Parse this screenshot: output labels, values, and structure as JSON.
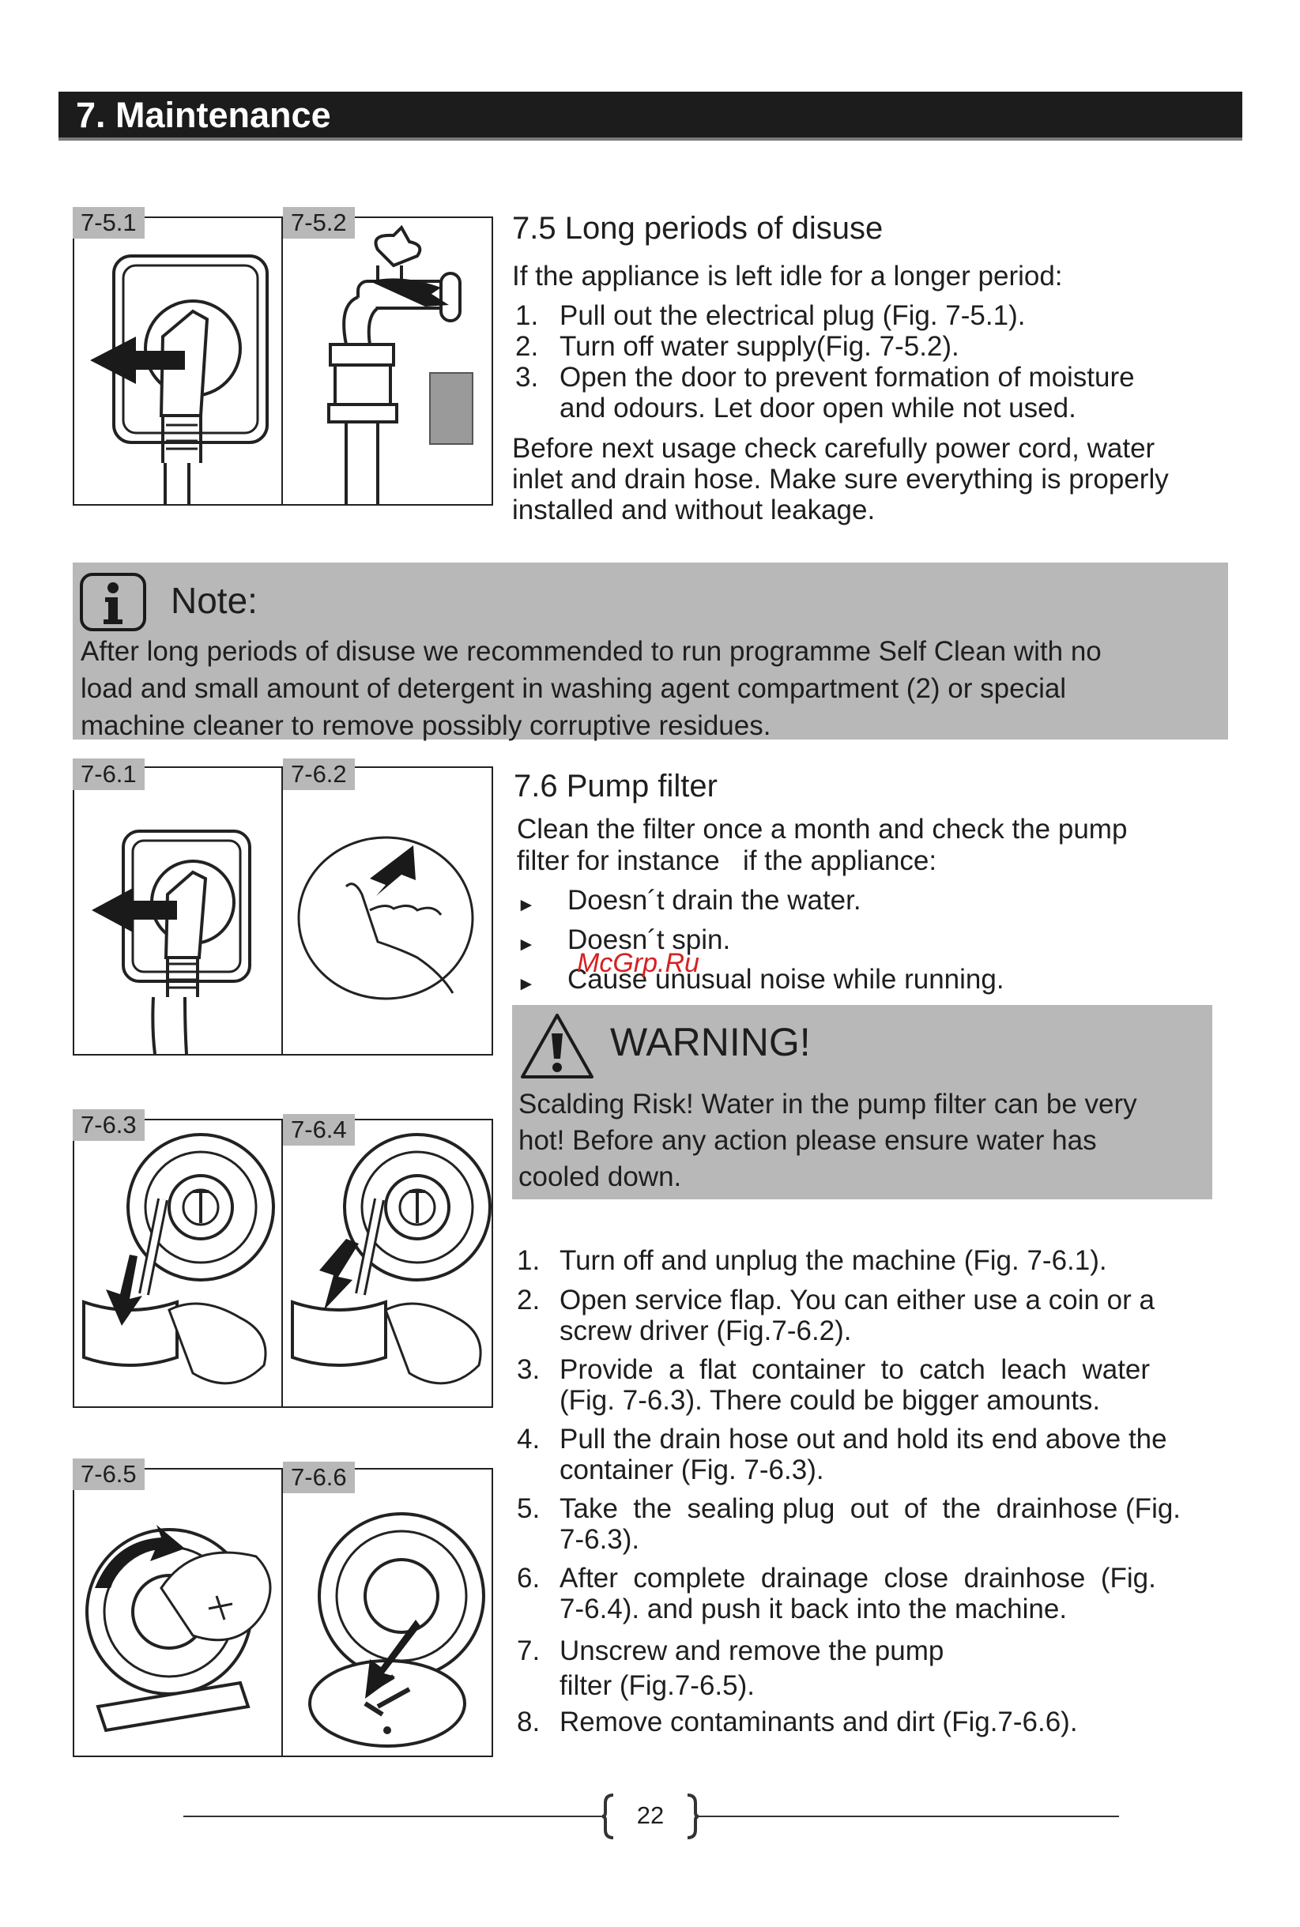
{
  "header": {
    "title": "7. Maintenance"
  },
  "figures": {
    "f751": "7-5.1",
    "f752": "7-5.2",
    "f761": "7-6.1",
    "f762": "7-6.2",
    "f763": "7-6.3",
    "f764": "7-6.4",
    "f765": "7-6.5",
    "f766": "7-6.6"
  },
  "section_75": {
    "title": "7.5 Long periods of disuse",
    "intro": "If the appliance is left idle for a longer period:",
    "steps": [
      {
        "num": "1.",
        "text": "Pull out the electrical plug (Fig. 7-5.1)."
      },
      {
        "num": "2.",
        "text": "Turn off water supply(Fig. 7-5.2)."
      },
      {
        "num": "3.",
        "text": "Open the door to prevent formation of moisture",
        "text2": "and odours. Let door open while not used."
      }
    ],
    "outro_lines": [
      "Before next usage check carefully power cord, water",
      "inlet and drain hose. Make sure everything is properly",
      "installed and without leakage."
    ]
  },
  "note": {
    "title": "Note:",
    "lines": [
      "After long periods of disuse we recommended to run programme Self Clean with no",
      "load and small amount of detergent in washing agent compartment (2) or special",
      "machine cleaner to remove possibly corruptive residues."
    ]
  },
  "section_76": {
    "title": "7.6 Pump filter",
    "intro_lines": [
      "Clean the filter once a month and check the pump",
      "filter for instance   if the appliance:"
    ],
    "bullet_glyph": "►",
    "bullets": [
      "Doesn´t drain the water.",
      "Doesn´t spin.",
      "Cause unusual noise while running."
    ]
  },
  "watermark": "McGrp.Ru",
  "warning": {
    "title": "WARNING!",
    "lines": [
      "Scalding Risk! Water in the pump filter can be very",
      "hot! Before any action please ensure water has",
      "cooled down."
    ]
  },
  "steps_76": [
    {
      "num": "1.",
      "l1": "Turn off and unplug the machine (Fig. 7-6.1)."
    },
    {
      "num": "2.",
      "l1": "Open service flap. You can either use a coin or a",
      "l2": "screw driver (Fig.7-6.2)."
    },
    {
      "num": "3.",
      "l1": "Provide  a  flat  container  to  catch  leach  water",
      "l2": "(Fig. 7-6.3). There could be bigger amounts."
    },
    {
      "num": "4.",
      "l1": "Pull the drain hose out and hold its end above the",
      "l2": "container (Fig. 7-6.3)."
    },
    {
      "num": "5.",
      "l1": "Take  the  sealing plug  out  of  the  drainhose (Fig.",
      "l2": "7-6.3)."
    },
    {
      "num": "6.",
      "l1": "After  complete  drainage  close  drainhose  (Fig.",
      "l2": "7-6.4). and push it back into the machine."
    },
    {
      "num": "7.",
      "l1": "Unscrew and remove the pump",
      "l2": "filter (Fig.7-6.5)."
    },
    {
      "num": "8.",
      "l1": "Remove contaminants and dirt (Fig.7-6.6)."
    }
  ],
  "footer": {
    "page_number": "22"
  }
}
